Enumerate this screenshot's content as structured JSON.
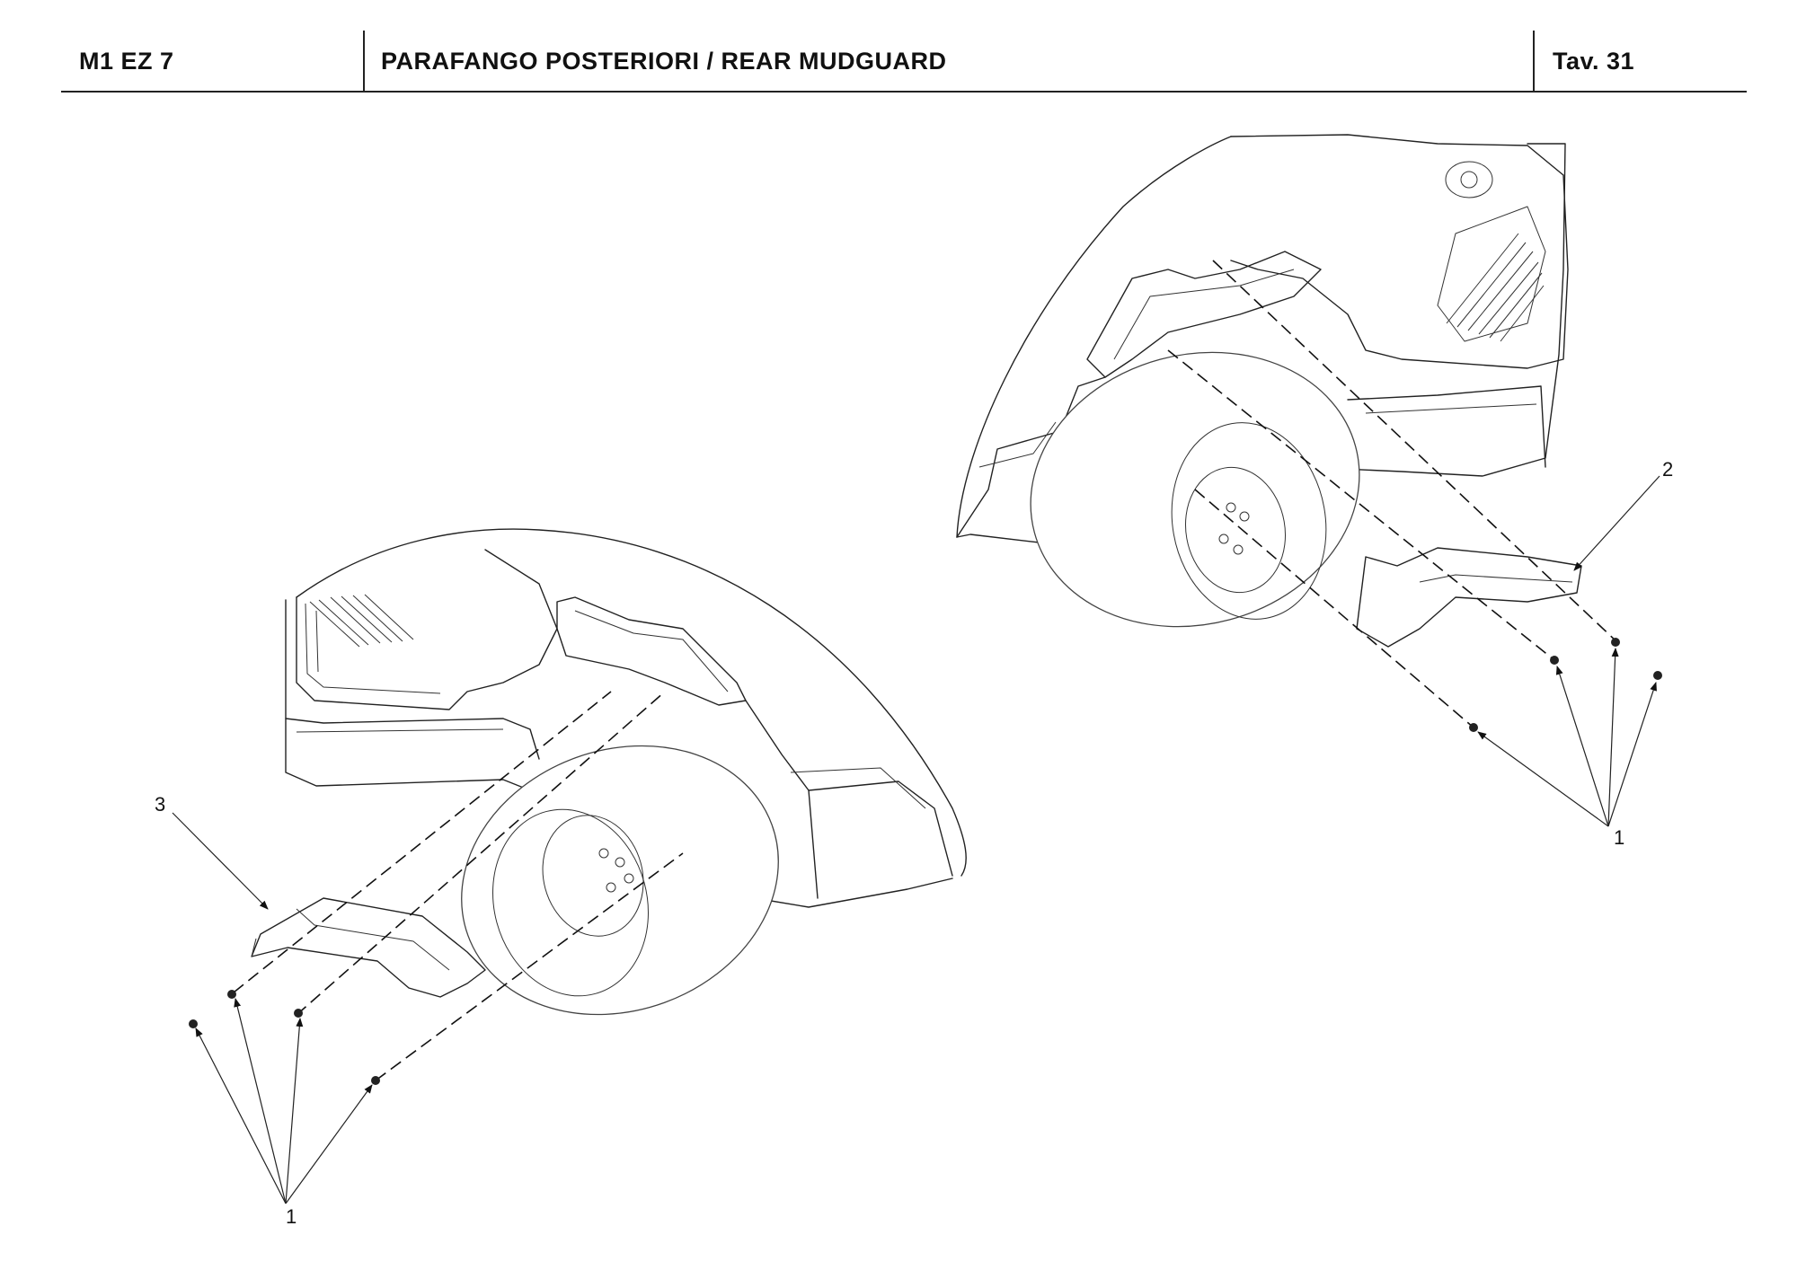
{
  "header": {
    "code": "M1 EZ 7",
    "title": "PARAFANGO POSTERIORI / REAR MUDGUARD",
    "table": "Tav.  31"
  },
  "callouts": {
    "left_fastener": "1",
    "right_fastener": "1",
    "right_mudguard": "2",
    "left_mudguard": "3"
  }
}
